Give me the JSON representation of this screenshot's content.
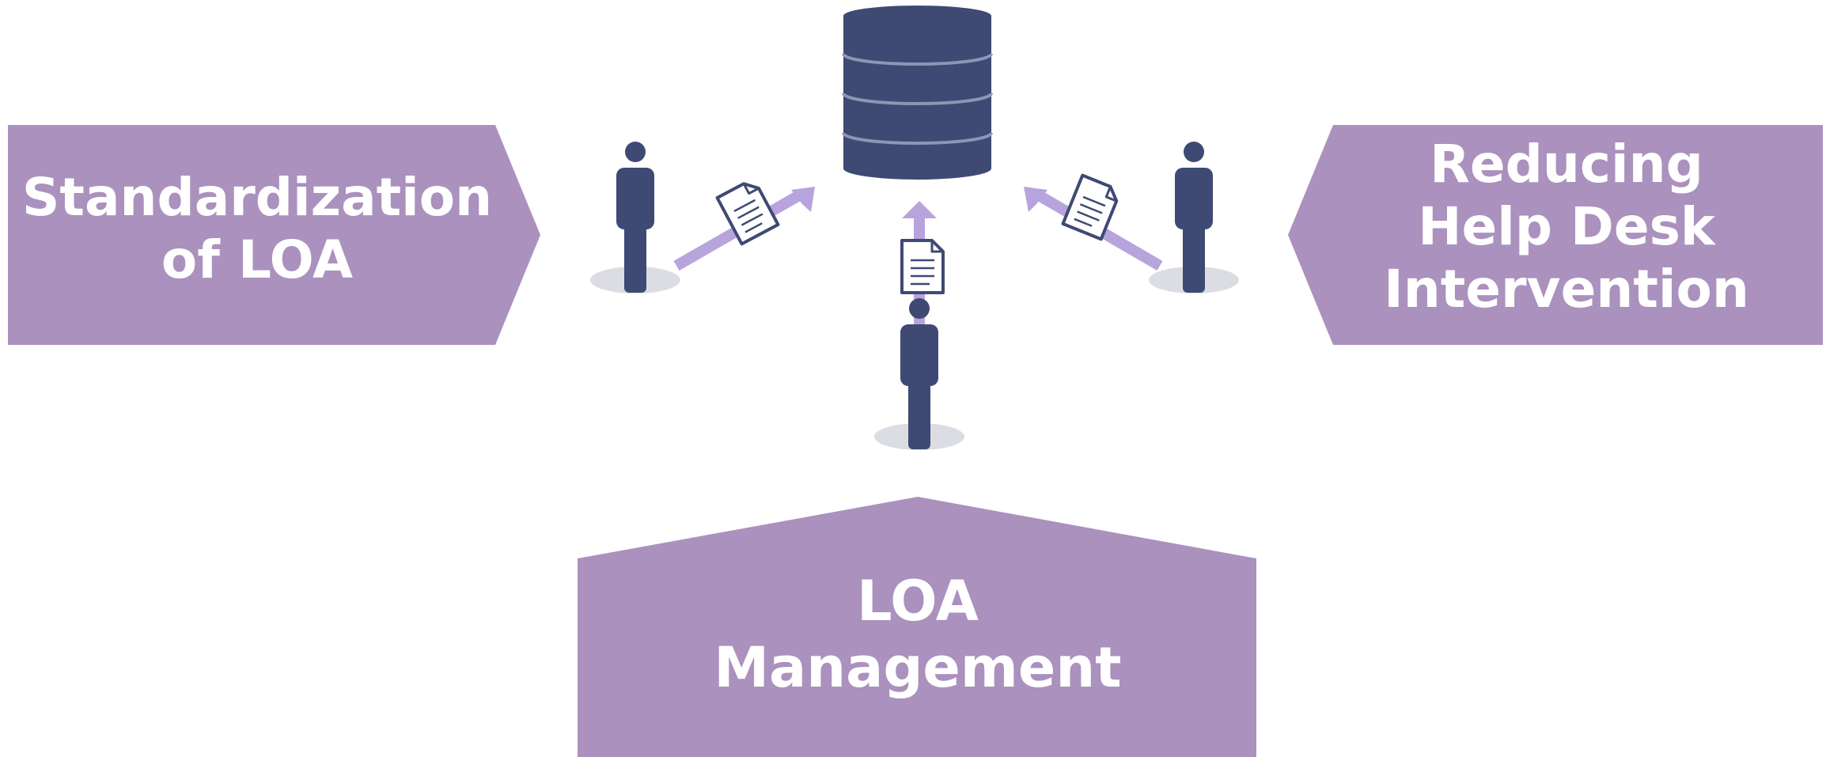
{
  "colors": {
    "panel": "#ab91be",
    "figure": "#3e4a73",
    "arrow": "#b8a4dc",
    "shadow": "#dcdde3",
    "db_ring": "#8e95b5",
    "label_text": "#ffffff"
  },
  "icons": [
    "database-icon",
    "person-icon",
    "document-icon",
    "arrow-icon"
  ],
  "panels": {
    "left": {
      "line1": "Standardization",
      "line2": "of LOA"
    },
    "right": {
      "line1": "Reducing",
      "line2": "Help Desk",
      "line3": "Intervention"
    },
    "bottom": {
      "line1": "LOA",
      "line2": "Management"
    }
  }
}
